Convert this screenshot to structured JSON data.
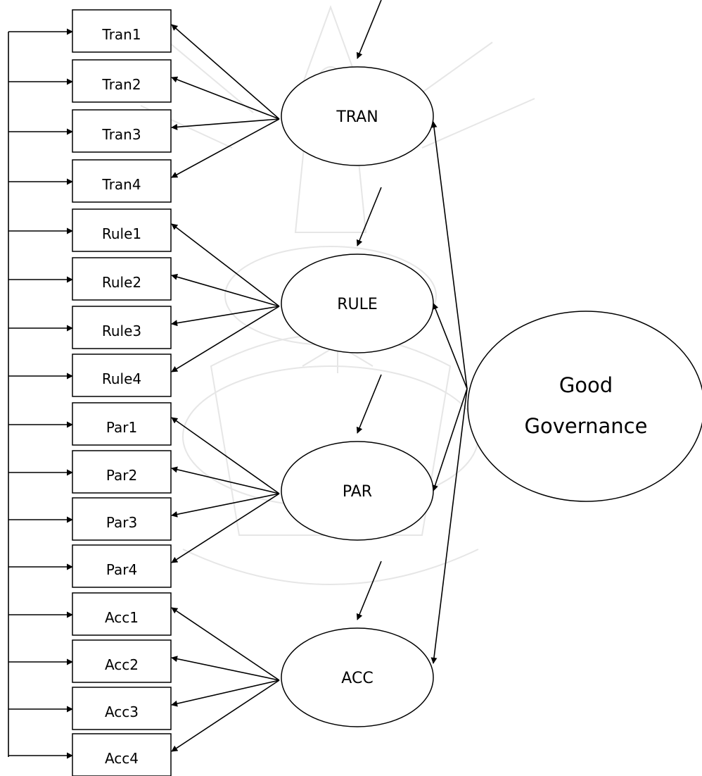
{
  "diagram": {
    "second_order": {
      "line1": "Good",
      "line2": "Governance"
    },
    "factors": [
      {
        "label": "TRAN",
        "indicators": [
          "Tran1",
          "Tran2",
          "Tran3",
          "Tran4"
        ]
      },
      {
        "label": "RULE",
        "indicators": [
          "Rule1",
          "Rule2",
          "Rule3",
          "Rule4"
        ]
      },
      {
        "label": "PAR",
        "indicators": [
          "Par1",
          "Par2",
          "Par3",
          "Par4"
        ]
      },
      {
        "label": "ACC",
        "indicators": [
          "Acc1",
          "Acc2",
          "Acc3",
          "Acc4"
        ]
      }
    ],
    "line_color": "#000000",
    "watermark_color": "#e6e6e6"
  }
}
